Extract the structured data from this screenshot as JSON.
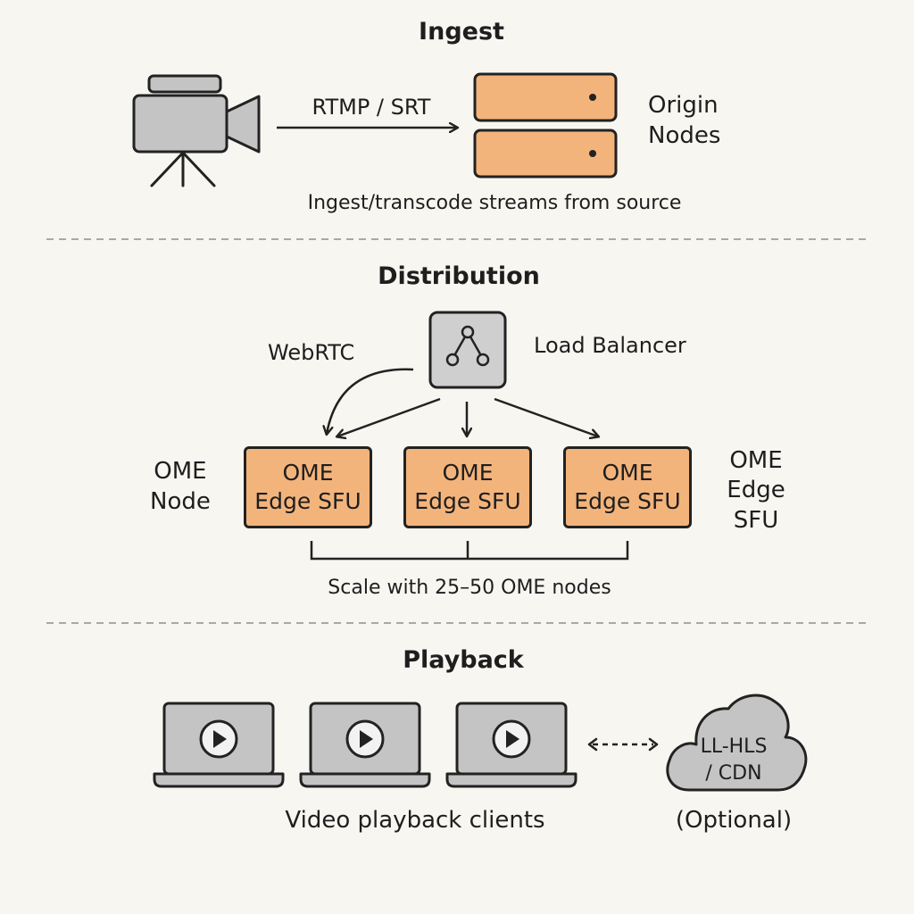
{
  "ingest": {
    "title": "Ingest",
    "protocol_label": "RTMP / SRT",
    "origin_label_line1": "Origin",
    "origin_label_line2": "Nodes",
    "caption": "Ingest/transcode streams from source"
  },
  "distribution": {
    "title": "Distribution",
    "webrtc_label": "WebRTC",
    "load_balancer_label": "Load Balancer",
    "ome_node_line1": "OME",
    "ome_node_line2": "Node",
    "edge_nodes": [
      {
        "line1": "OME",
        "line2": "Edge SFU"
      },
      {
        "line1": "OME",
        "line2": "Edge SFU"
      },
      {
        "line1": "OME",
        "line2": "Edge SFU"
      }
    ],
    "side_label_line1": "OME",
    "side_label_line2": "Edge",
    "side_label_line3": "SFU",
    "scale_caption": "Scale with 25–50 OME nodes"
  },
  "playback": {
    "title": "Playback",
    "clients_caption": "Video playback clients",
    "cdn_line1": "LL-HLS",
    "cdn_line2": "/ CDN",
    "optional_label": "(Optional)"
  },
  "colors": {
    "orange": "#f3b47c",
    "gray": "#c4c4c4",
    "outline": "#222222",
    "background": "#f8f6f1"
  },
  "icons": [
    "video-camera-icon",
    "server-icon",
    "load-balancer-icon",
    "laptop-play-icon",
    "cloud-icon"
  ]
}
